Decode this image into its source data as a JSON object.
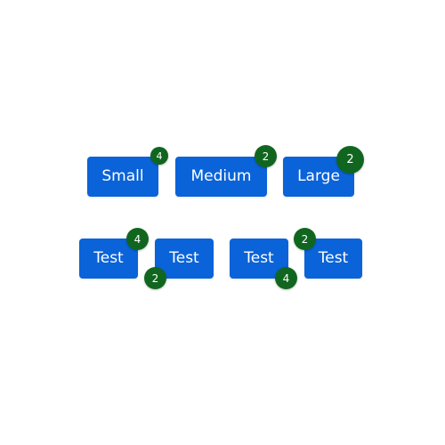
{
  "size_row": {
    "buttons": [
      {
        "label": "Small",
        "badge": "4"
      },
      {
        "label": "Medium",
        "badge": "2"
      },
      {
        "label": "Large",
        "badge": "2"
      }
    ]
  },
  "position_row": {
    "buttons": [
      {
        "label": "Test",
        "badge": "4"
      },
      {
        "label": "Test",
        "badge": "2"
      },
      {
        "label": "Test",
        "badge": "4"
      },
      {
        "label": "Test",
        "badge": "2"
      }
    ]
  },
  "colors": {
    "button": "#0a63d8",
    "badge": "#11661f",
    "text": "#ffffff"
  }
}
